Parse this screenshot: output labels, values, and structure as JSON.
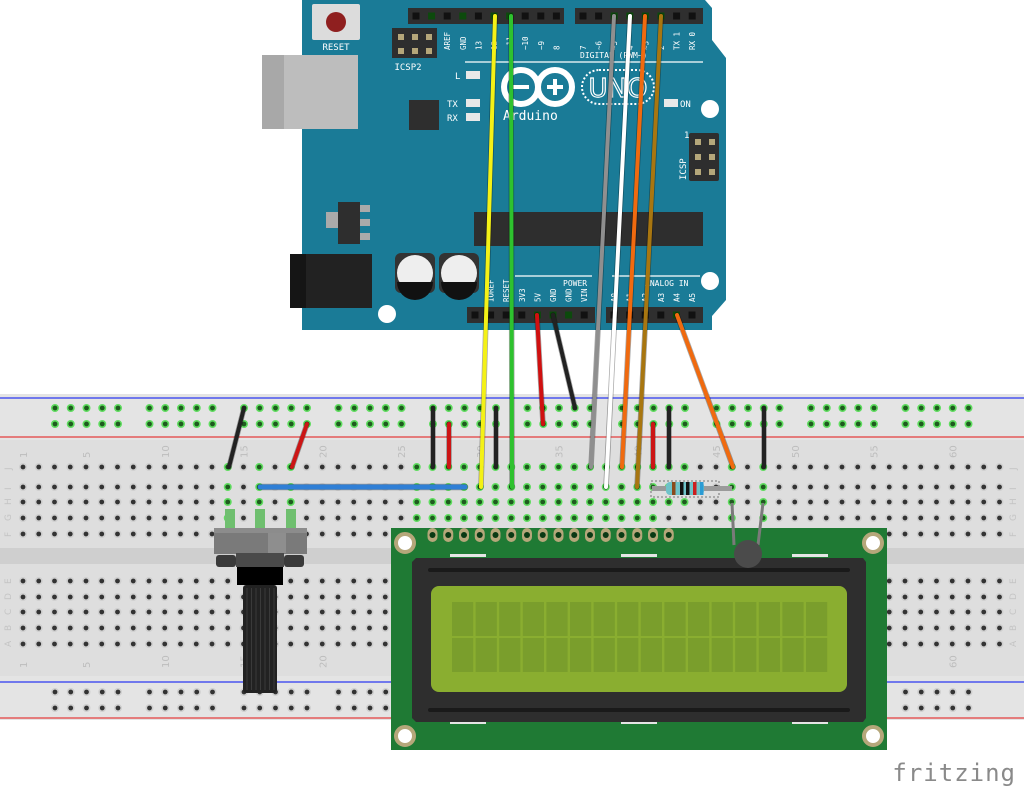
{
  "app": {
    "logo": "fritzing"
  },
  "arduino": {
    "board_name": "Arduino",
    "model": "UNO",
    "reset_label": "RESET",
    "icsp2_label": "ICSP2",
    "icsp_label": "ICSP",
    "icsp_pin1": "1",
    "led_labels": [
      "L",
      "TX",
      "RX"
    ],
    "on_label": "ON",
    "digital_label": "DIGITAL (PWM~)",
    "power_label": "POWER",
    "analog_label": "ANALOG IN",
    "header_top_left": [
      "",
      "",
      "AREF",
      "GND",
      "13",
      "12",
      "~11",
      "~10",
      "~9",
      "8"
    ],
    "header_top_right": [
      "7",
      "~6",
      "~5",
      "4",
      "~3",
      "2",
      "TX 1",
      "RX 0"
    ],
    "header_power": [
      "",
      "IOREF",
      "RESET",
      "3V3",
      "5V",
      "GND",
      "GND",
      "VIN"
    ],
    "header_analog": [
      "A0",
      "A1",
      "A2",
      "A3",
      "A4",
      "A5"
    ],
    "colors": {
      "board": "#1a7b97",
      "header": "#2f2f2f"
    }
  },
  "breadboard": {
    "column_numbers": [
      "1",
      "5",
      "10",
      "15",
      "20",
      "25",
      "30",
      "35",
      "40",
      "45",
      "50",
      "55",
      "60"
    ],
    "rows_top": [
      "J",
      "I",
      "H",
      "G",
      "F"
    ],
    "rows_bottom": [
      "E",
      "D",
      "C",
      "B",
      "A"
    ],
    "colors": {
      "body": "#dcdcdc",
      "rail_blue": "#3b4cf0",
      "rail_red": "#e34a4a",
      "hole": "#333333",
      "hole_connected": "#3fcf3f"
    }
  },
  "components": {
    "lcd": {
      "name": "16x2 LCD",
      "columns": 16,
      "rows": 2,
      "pins": 16,
      "screen_color": "#8aae30",
      "pcb_color": "#1f7a34"
    },
    "potentiometer": {
      "name": "Potentiometer"
    },
    "resistor": {
      "name": "Resistor",
      "bands": [
        "#8b4a1c",
        "#111111",
        "#111111",
        "#cc1f1f",
        "#2b9bd4"
      ]
    },
    "thermistor": {
      "name": "Temperature sensor"
    }
  },
  "wires": [
    {
      "name": "yellow-wire",
      "from": "D12",
      "to": "breadboard",
      "color": "#f4f116"
    },
    {
      "name": "green-wire",
      "from": "D11",
      "to": "breadboard",
      "color": "#2ec22e"
    },
    {
      "name": "gray-wire",
      "from": "D5",
      "to": "breadboard",
      "color": "#8f8f8f"
    },
    {
      "name": "white-wire",
      "from": "D4",
      "to": "breadboard",
      "color": "#ffffff"
    },
    {
      "name": "orange-wire",
      "from": "D3",
      "to": "breadboard",
      "color": "#f06a0f"
    },
    {
      "name": "brown-wire",
      "from": "D2",
      "to": "breadboard",
      "color": "#a87610"
    },
    {
      "name": "red-5v-wire",
      "from": "5V",
      "to": "power-rail",
      "color": "#d01010"
    },
    {
      "name": "black-gnd-wire",
      "from": "GND",
      "to": "ground-rail",
      "color": "#222222"
    },
    {
      "name": "orange-a4-wire",
      "from": "A4",
      "to": "breadboard",
      "color": "#f06a0f"
    }
  ]
}
